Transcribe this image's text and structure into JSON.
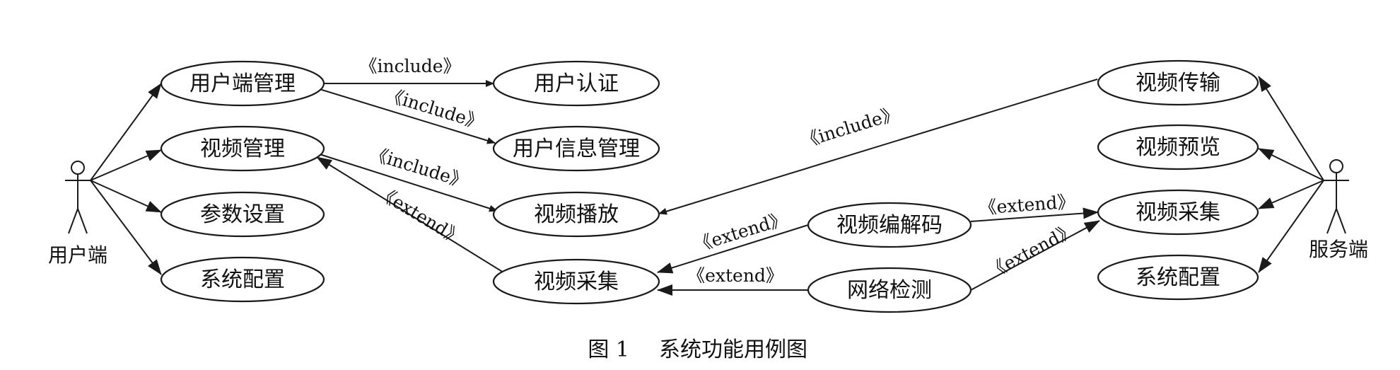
{
  "actors": {
    "client": "用户端",
    "server": "服务端"
  },
  "use_cases": {
    "client_mgmt": "用户端管理",
    "video_mgmt": "视频管理",
    "params": "参数设置",
    "sys_config_left": "系统配置",
    "user_auth": "用户认证",
    "user_info": "用户信息管理",
    "video_play": "视频播放",
    "video_capture_mid": "视频采集",
    "codec": "视频编解码",
    "net_detect": "网络检测",
    "video_trans": "视频传输",
    "video_preview": "视频预览",
    "video_capture_right": "视频采集",
    "sys_config_right": "系统配置"
  },
  "relations": {
    "include": "《include》",
    "extend": "《extend》"
  },
  "caption": {
    "number": "图 1",
    "title": "系统功能用例图"
  }
}
